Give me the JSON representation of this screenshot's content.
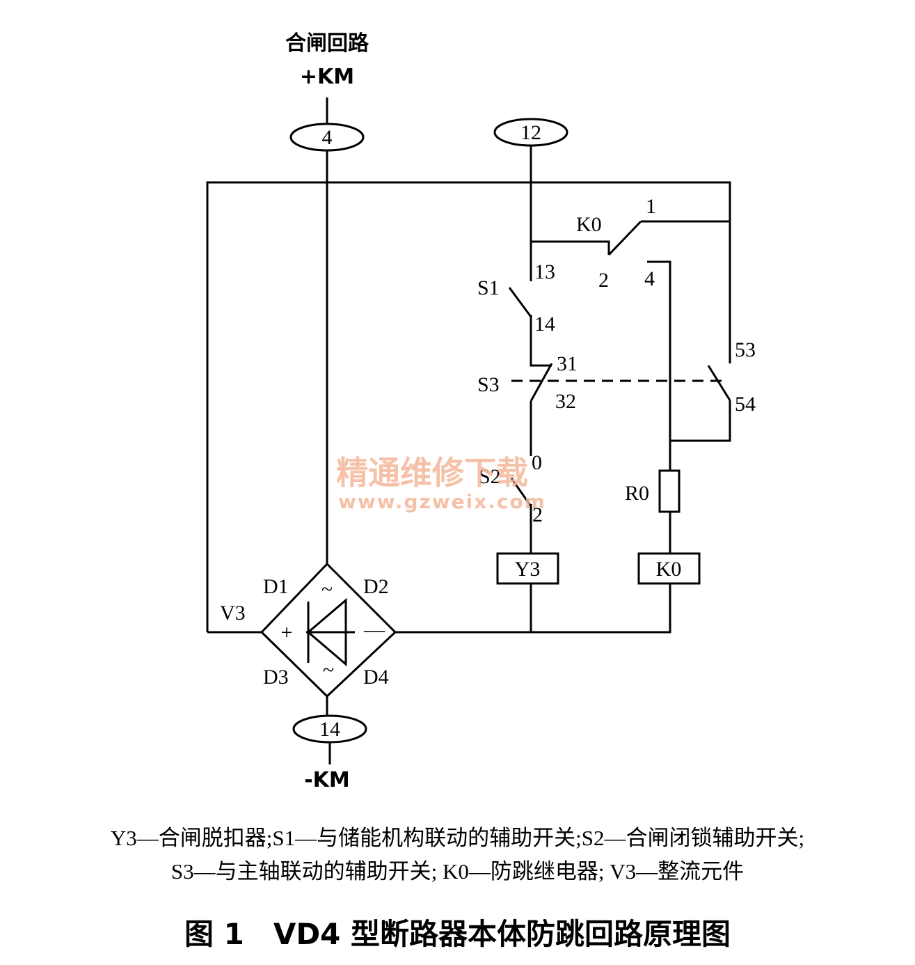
{
  "diagram": {
    "top_title": "合闸回路",
    "pos_supply": "+KM",
    "neg_supply": "-KM",
    "terminals": {
      "t4": "4",
      "t12": "12",
      "t14": "14"
    },
    "s1": {
      "name": "S1",
      "pin_a": "13",
      "pin_b": "14"
    },
    "k0_contact": {
      "name": "K0",
      "pin_1": "1",
      "pin_2": "2",
      "pin_4": "4"
    },
    "s3": {
      "name": "S3",
      "pin_31": "31",
      "pin_32": "32",
      "pin_53": "53",
      "pin_54": "54"
    },
    "s2": {
      "name": "S2",
      "pin_0": "0",
      "pin_2": "2"
    },
    "r0": "R0",
    "y3_coil": "Y3",
    "k0_coil": "K0",
    "bridge": {
      "name": "V3",
      "d1": "D1",
      "d2": "D2",
      "d3": "D3",
      "d4": "D4",
      "plus": "+",
      "minus": "—",
      "ac_top": "~",
      "ac_bottom": "~"
    },
    "watermark": {
      "cn": "精通维修下载",
      "url": "www.gzweix.com"
    }
  },
  "legend": {
    "line1": "Y3—合闸脱扣器;S1—与储能机构联动的辅助开关;S2—合闸闭锁辅助开关;",
    "line2": "S3—与主轴联动的辅助开关; K0—防跳继电器; V3—整流元件"
  },
  "caption": "图 1　VD4 型断路器本体防跳回路原理图"
}
